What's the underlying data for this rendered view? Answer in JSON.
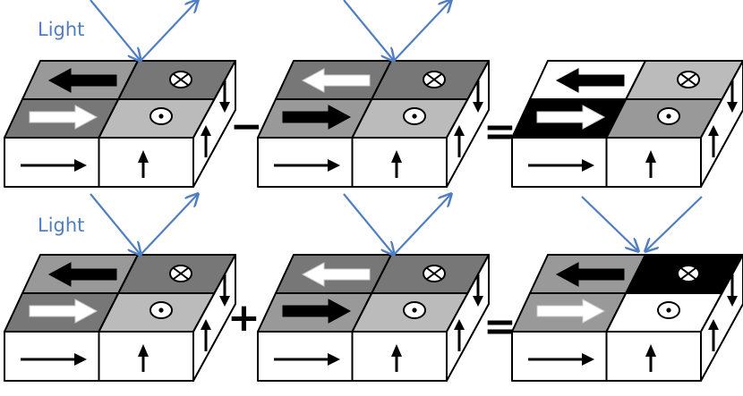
{
  "labels": {
    "light_top": "Light",
    "light_bottom": "Light"
  },
  "operators": {
    "minus": "−",
    "equals_top": "=",
    "plus": "+",
    "equals_bottom": "="
  },
  "colors": {
    "light_ray": "#4f7fc2",
    "black": "#000000",
    "dark_gray": "#777777",
    "mid_gray": "#999999",
    "light_gray": "#bbbbbb",
    "white": "#ffffff"
  },
  "cubes": [
    {
      "id": "top-left",
      "row": 0,
      "col": 0,
      "light": "in-out",
      "tl_fill": "#999999",
      "tl_arrow": "black",
      "tr_fill": "#777777",
      "bl_fill": "#777777",
      "bl_arrow": "white",
      "br_fill": "#bbbbbb"
    },
    {
      "id": "top-mid",
      "row": 0,
      "col": 1,
      "light": "in-out",
      "tl_fill": "#777777",
      "tl_arrow": "white",
      "tr_fill": "#777777",
      "bl_fill": "#999999",
      "bl_arrow": "black",
      "br_fill": "#bbbbbb"
    },
    {
      "id": "top-right",
      "row": 0,
      "col": 2,
      "light": "none",
      "tl_fill": "#ffffff",
      "tl_arrow": "black",
      "tr_fill": "#bbbbbb",
      "bl_fill": "#000000",
      "bl_arrow": "white",
      "br_fill": "#999999"
    },
    {
      "id": "bottom-left",
      "row": 1,
      "col": 0,
      "light": "in-out",
      "tl_fill": "#999999",
      "tl_arrow": "black",
      "tr_fill": "#777777",
      "bl_fill": "#777777",
      "bl_arrow": "white",
      "br_fill": "#bbbbbb"
    },
    {
      "id": "bottom-mid",
      "row": 1,
      "col": 1,
      "light": "in-out",
      "tl_fill": "#777777",
      "tl_arrow": "white",
      "tr_fill": "#777777",
      "bl_fill": "#999999",
      "bl_arrow": "black",
      "br_fill": "#bbbbbb"
    },
    {
      "id": "bottom-right",
      "row": 1,
      "col": 2,
      "light": "in-only",
      "tl_fill": "#999999",
      "tl_arrow": "black",
      "tr_fill": "#000000",
      "bl_fill": "#999999",
      "bl_arrow": "white",
      "br_fill": "#ffffff"
    }
  ]
}
